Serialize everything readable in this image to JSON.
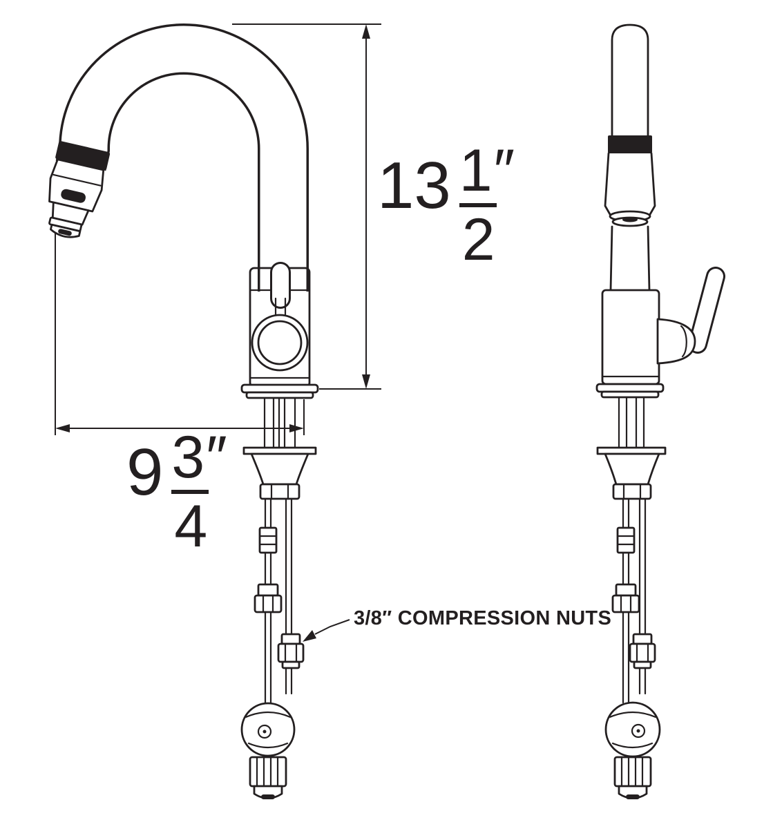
{
  "canvas": {
    "background": "#ffffff",
    "line_color": "#231f20"
  },
  "dimensions": {
    "height": {
      "whole": "13",
      "numerator": "1",
      "denominator": "2",
      "unit": "″"
    },
    "reach": {
      "whole": "9",
      "numerator": "3",
      "denominator": "4",
      "unit": "″"
    }
  },
  "annotations": {
    "compression_nuts": "3/8″  COMPRESSION NUTS"
  }
}
